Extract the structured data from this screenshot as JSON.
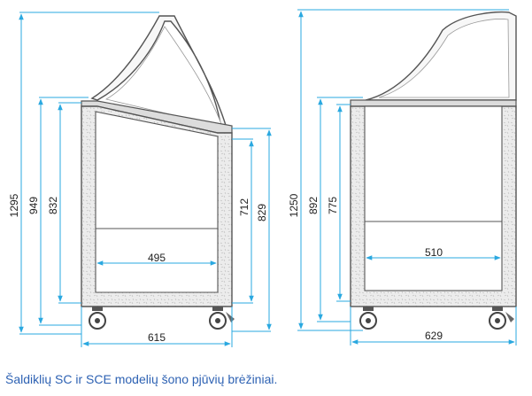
{
  "colors": {
    "dimension": "#2aa8e0",
    "outline": "#555555",
    "fill": "#ececec",
    "caption": "#2e62b3"
  },
  "drawing_sc": {
    "overall_height": "1295",
    "body_height": "949",
    "inner_height": "832",
    "front_inner_height": "712",
    "front_height": "829",
    "inner_width": "495",
    "overall_width": "615"
  },
  "drawing_sce": {
    "overall_height": "1250",
    "body_height": "892",
    "inner_height": "775",
    "inner_width": "510",
    "overall_width": "629"
  },
  "caption": "Šaldiklių SC ir SCE modelių šono pjūvių brėžiniai."
}
